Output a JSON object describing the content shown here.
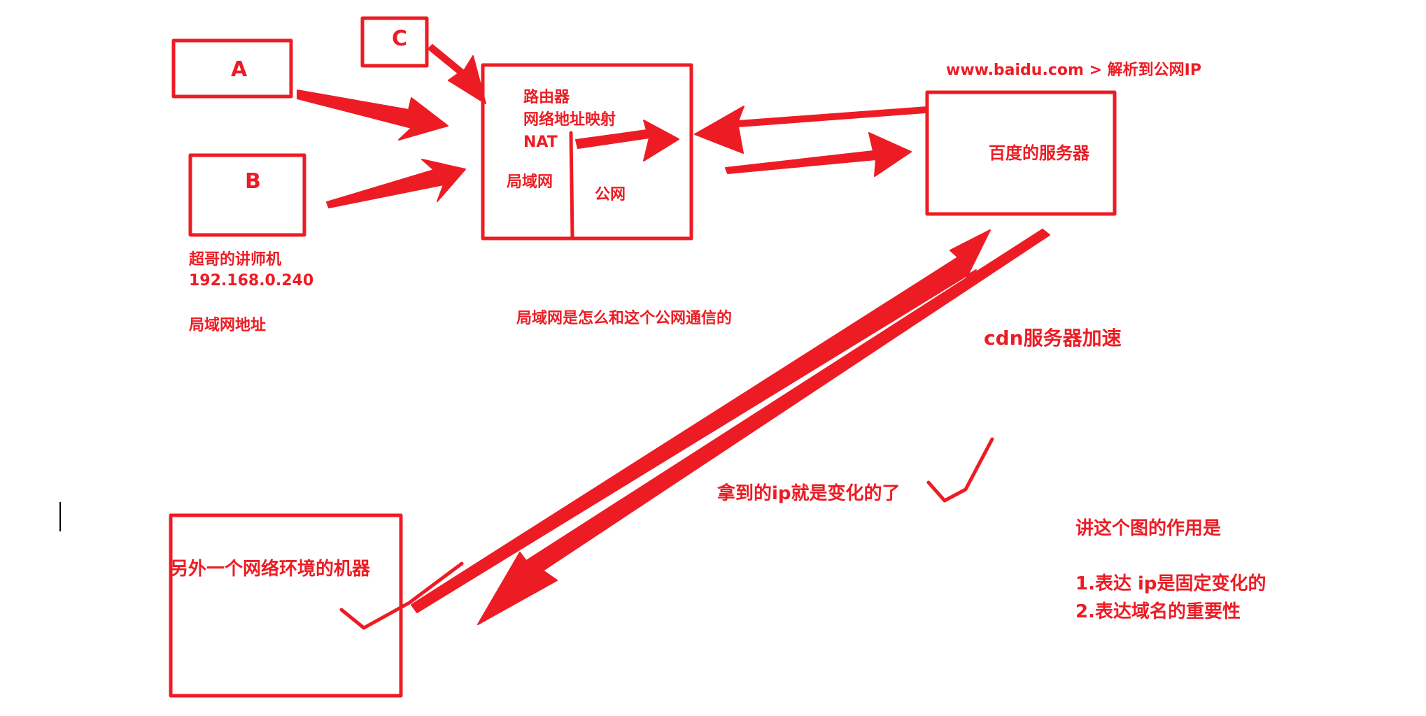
{
  "colors": {
    "ink": "#ed1c24",
    "background": "#ffffff",
    "cursor": "#000000"
  },
  "boxes": {
    "a": "A",
    "b": "B",
    "c": "C",
    "router_title": "路由器",
    "router_sub": "网络地址映射",
    "router_nat": "NAT",
    "router_lan": "局域网",
    "router_wan": "公网",
    "baidu_server": "百度的服务器",
    "other_machine": "另外一个网络环境的机器"
  },
  "notes": {
    "dns_line": "www.baidu.com  >  解析到公网IP",
    "teacher_machine": "超哥的讲师机",
    "teacher_ip": "192.168.0.240",
    "lan_address": "局域网地址",
    "question": "局域网是怎么和这个公网通信的",
    "cdn": "cdn服务器加速",
    "ip_changes": "拿到的ip就是变化的了",
    "purpose_title": "讲这个图的作用是",
    "purpose_1": "1.表达 ip是固定变化的",
    "purpose_2": "2.表达域名的重要性"
  }
}
